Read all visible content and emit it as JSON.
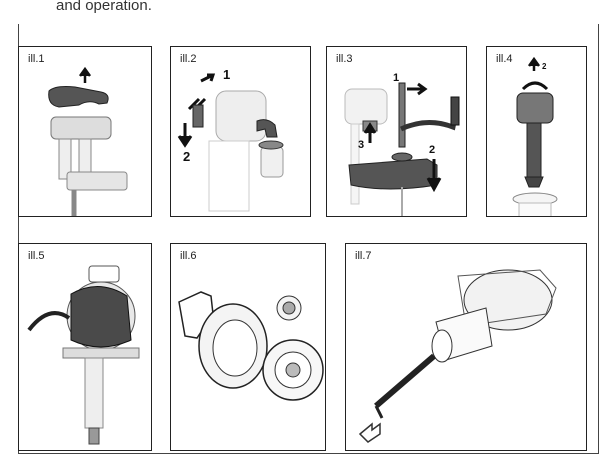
{
  "intro_text": "and operation.",
  "panels": [
    {
      "label": "ill.1",
      "callouts": []
    },
    {
      "label": "ill.2",
      "callouts": [
        "1",
        "2"
      ]
    },
    {
      "label": "ill.3",
      "callouts": [
        "1",
        "2",
        "3"
      ]
    },
    {
      "label": "ill.4",
      "callouts": [
        "2"
      ]
    },
    {
      "label": "ill.5",
      "callouts": []
    },
    {
      "label": "ill.6",
      "callouts": []
    },
    {
      "label": "ill.7",
      "callouts": []
    }
  ]
}
